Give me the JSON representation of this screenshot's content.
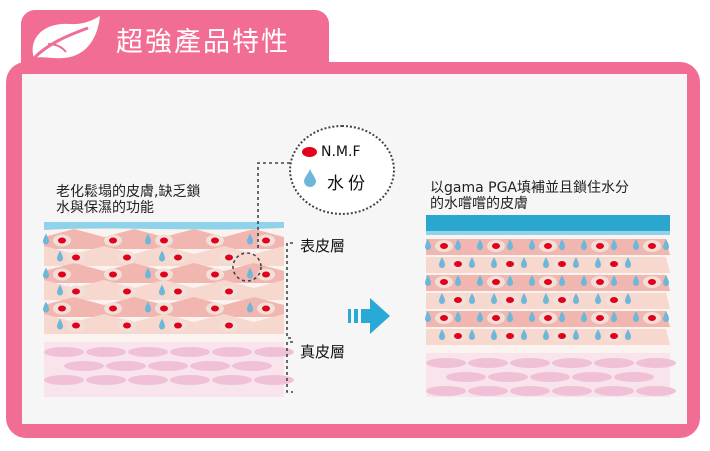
{
  "header": {
    "title": "超強產品特性",
    "icon": "leaf-icon"
  },
  "left_panel": {
    "caption_line1": "老化鬆塌的皮膚,缺乏鎖",
    "caption_line2": "水與保濕的功能"
  },
  "legend": {
    "nmf_label": "N.M.F",
    "water_label": "水份"
  },
  "layers": {
    "epidermis": "表皮層",
    "dermis": "真皮層"
  },
  "right_panel": {
    "caption_line1": "以gama PGA填補並且鎖住水分",
    "caption_line2": "的水嚐嚐的皮膚"
  },
  "colors": {
    "accent_pink": "#f16d93",
    "nmf_red": "#e3001b",
    "water_blue": "#6fb7d8",
    "moisture_layer": "#2aa6cf",
    "arrow_blue": "#28a9d6"
  }
}
